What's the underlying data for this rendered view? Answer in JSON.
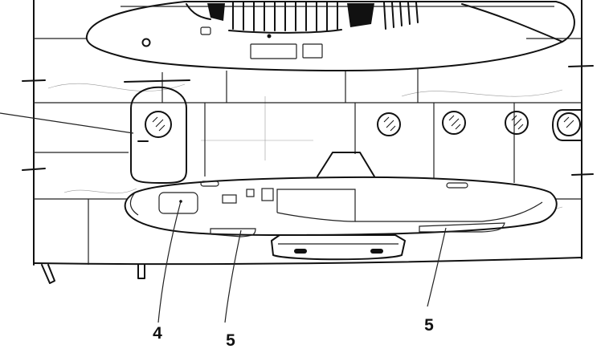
{
  "callouts": [
    {
      "id": "callout-4",
      "label": "4"
    },
    {
      "id": "callout-5-left",
      "label": "5"
    },
    {
      "id": "callout-5-right",
      "label": "5"
    }
  ]
}
